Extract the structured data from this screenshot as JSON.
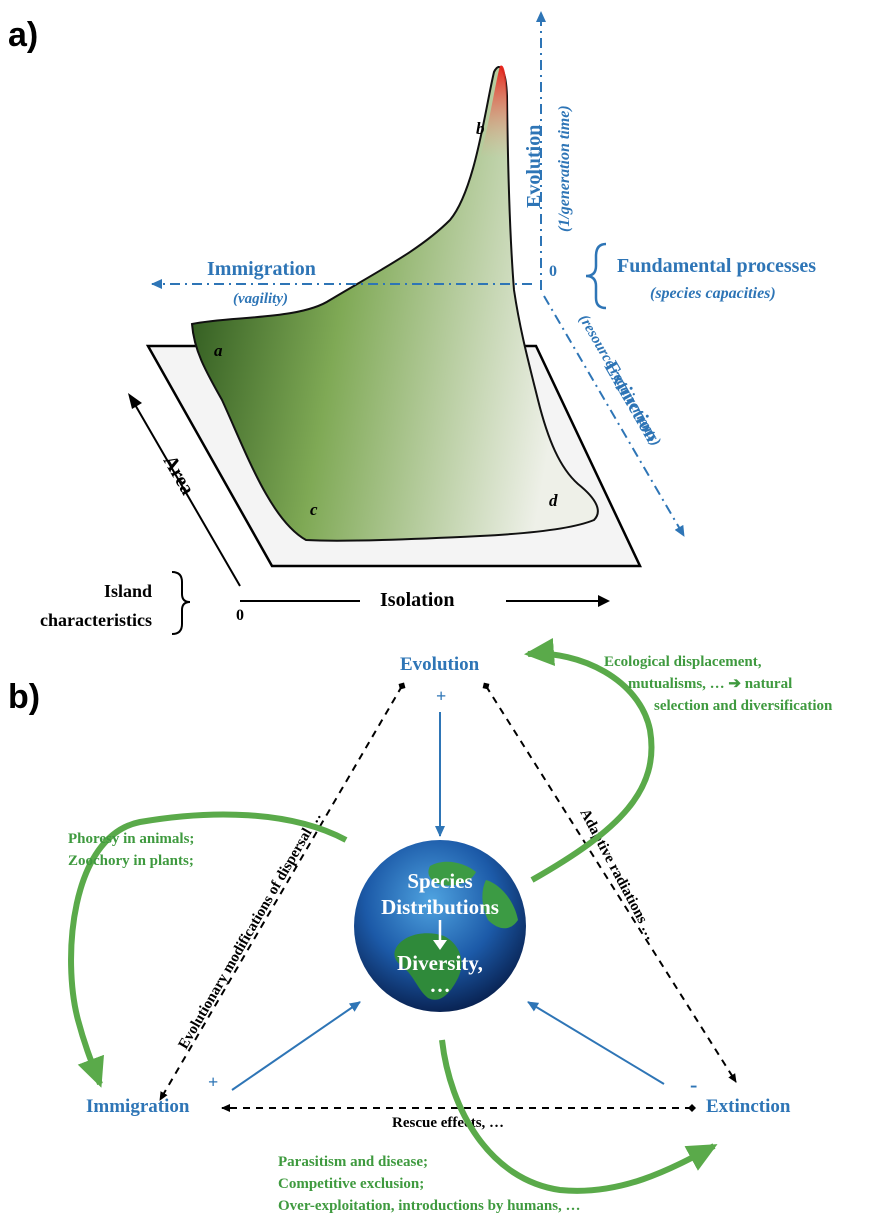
{
  "panel_a": {
    "label": "a)",
    "evolution": "Evolution",
    "evolution_sub": "(1/generation time)",
    "immigration": "Immigration",
    "immigration_sub": "(vagility)",
    "extinction": "Extinction",
    "extinction_sub": "(resource requirements)",
    "fundamental_title": "Fundamental processes",
    "fundamental_sub": "(species capacities)",
    "zero_top": "0",
    "zero_bottom": "0",
    "area": "Area",
    "isolation": "Isolation",
    "island_line1": "Island",
    "island_line2": "characteristics",
    "point_a": "a",
    "point_b": "b",
    "point_c": "c",
    "point_d": "d"
  },
  "panel_b": {
    "label": "b)",
    "evolution": "Evolution",
    "immigration": "Immigration",
    "extinction": "Extinction",
    "plus_top": "+",
    "plus_left": "+",
    "minus_right": "-",
    "left_edge": "Evolutionary modifications of dispersal …",
    "right_edge": "Adaptive radiations …",
    "bottom_edge": "Rescue effects, …",
    "globe_line1": "Species",
    "globe_line2": "Distributions",
    "globe_line3": "Diversity,",
    "globe_line4": "…",
    "green_top": [
      "Ecological displacement,",
      "mutualisms, … ➔ natural",
      "selection and diversification"
    ],
    "green_left": [
      "Phoresy in animals;",
      "Zoochory in plants;"
    ],
    "green_bottom": [
      "Parasitism and disease;",
      "Competitive exclusion;",
      "Over-exploitation, introductions by humans, …"
    ]
  },
  "colors": {
    "blue": "#2e75b6",
    "green": "#5aaa4a",
    "black": "#000000"
  }
}
